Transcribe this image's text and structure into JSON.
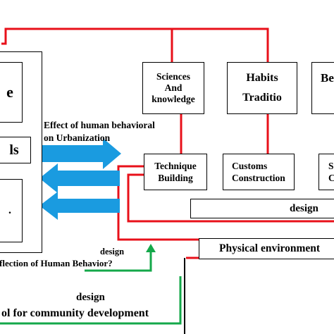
{
  "left_column": {
    "box1_text": "e",
    "box2_text": "ls",
    "box3_text": "."
  },
  "top_row": {
    "sciences_line1": "Sciences",
    "sciences_line2": "And",
    "sciences_line3": "knowledge",
    "habits_line1": "Habits",
    "habits_line2": "Traditio",
    "third_label": "Be"
  },
  "middle_row": {
    "technique_line1": "Technique",
    "technique_line2": "Building",
    "customs_line1": "Customs",
    "customs_line2": "Construction",
    "right_line1": "S",
    "right_line2": "C"
  },
  "bars": {
    "design_bar": "design",
    "physical_bar": "Physical environment"
  },
  "annotations": {
    "effect_line1": "Effect of human  behavioral",
    "effect_line2": "on Urbanization",
    "reflection_design": "design",
    "reflection_question": "flection of Human Behavior?",
    "bottom_design": "design",
    "bottom_tool": "ol for community development"
  },
  "colors": {
    "red": "#e8101a",
    "green": "#14a84a",
    "blue": "#1a9be0"
  }
}
